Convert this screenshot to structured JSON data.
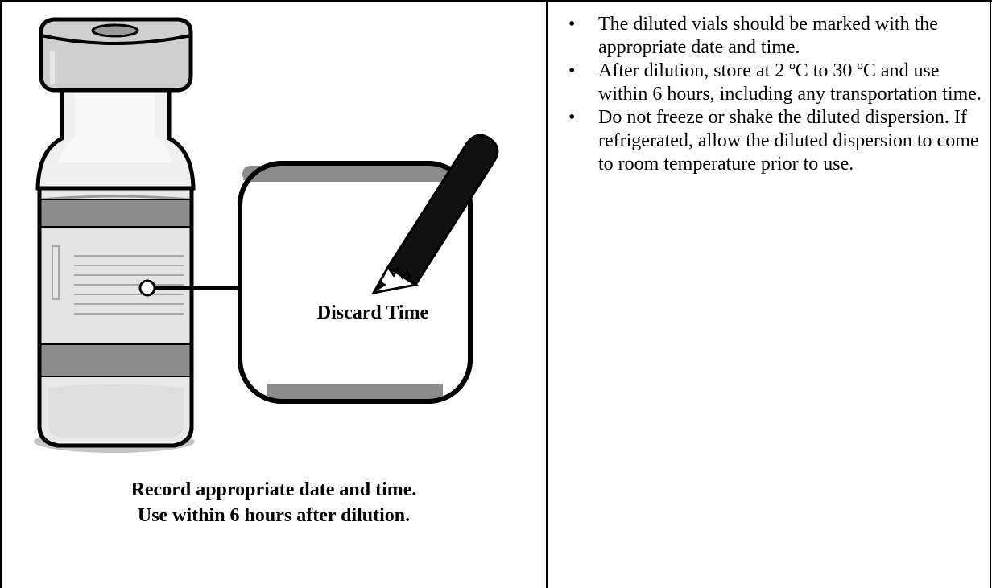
{
  "illustration": {
    "icons": [
      "vial-icon",
      "pencil-icon",
      "label-callout-icon"
    ],
    "callout_label": "Discard Time",
    "colors": {
      "stroke": "#000000",
      "cap_gray": "#cfcfcf",
      "band_gray": "#8c8c8c",
      "label_gray": "#e4e4e4",
      "glass_gray": "#dcdcdc",
      "shadow_gray": "#b8b8b8"
    }
  },
  "caption": {
    "line1": "Record appropriate date and time.",
    "line2": "Use within 6 hours after dilution."
  },
  "instructions": [
    "The diluted vials should be marked with the appropriate date and time.",
    "After dilution, store at 2 ºC to 30 ºC and use within 6 hours, including any transportation time.",
    "Do not freeze or shake the diluted dispersion. If refrigerated, allow the diluted dispersion to come to room temperature prior to use."
  ]
}
